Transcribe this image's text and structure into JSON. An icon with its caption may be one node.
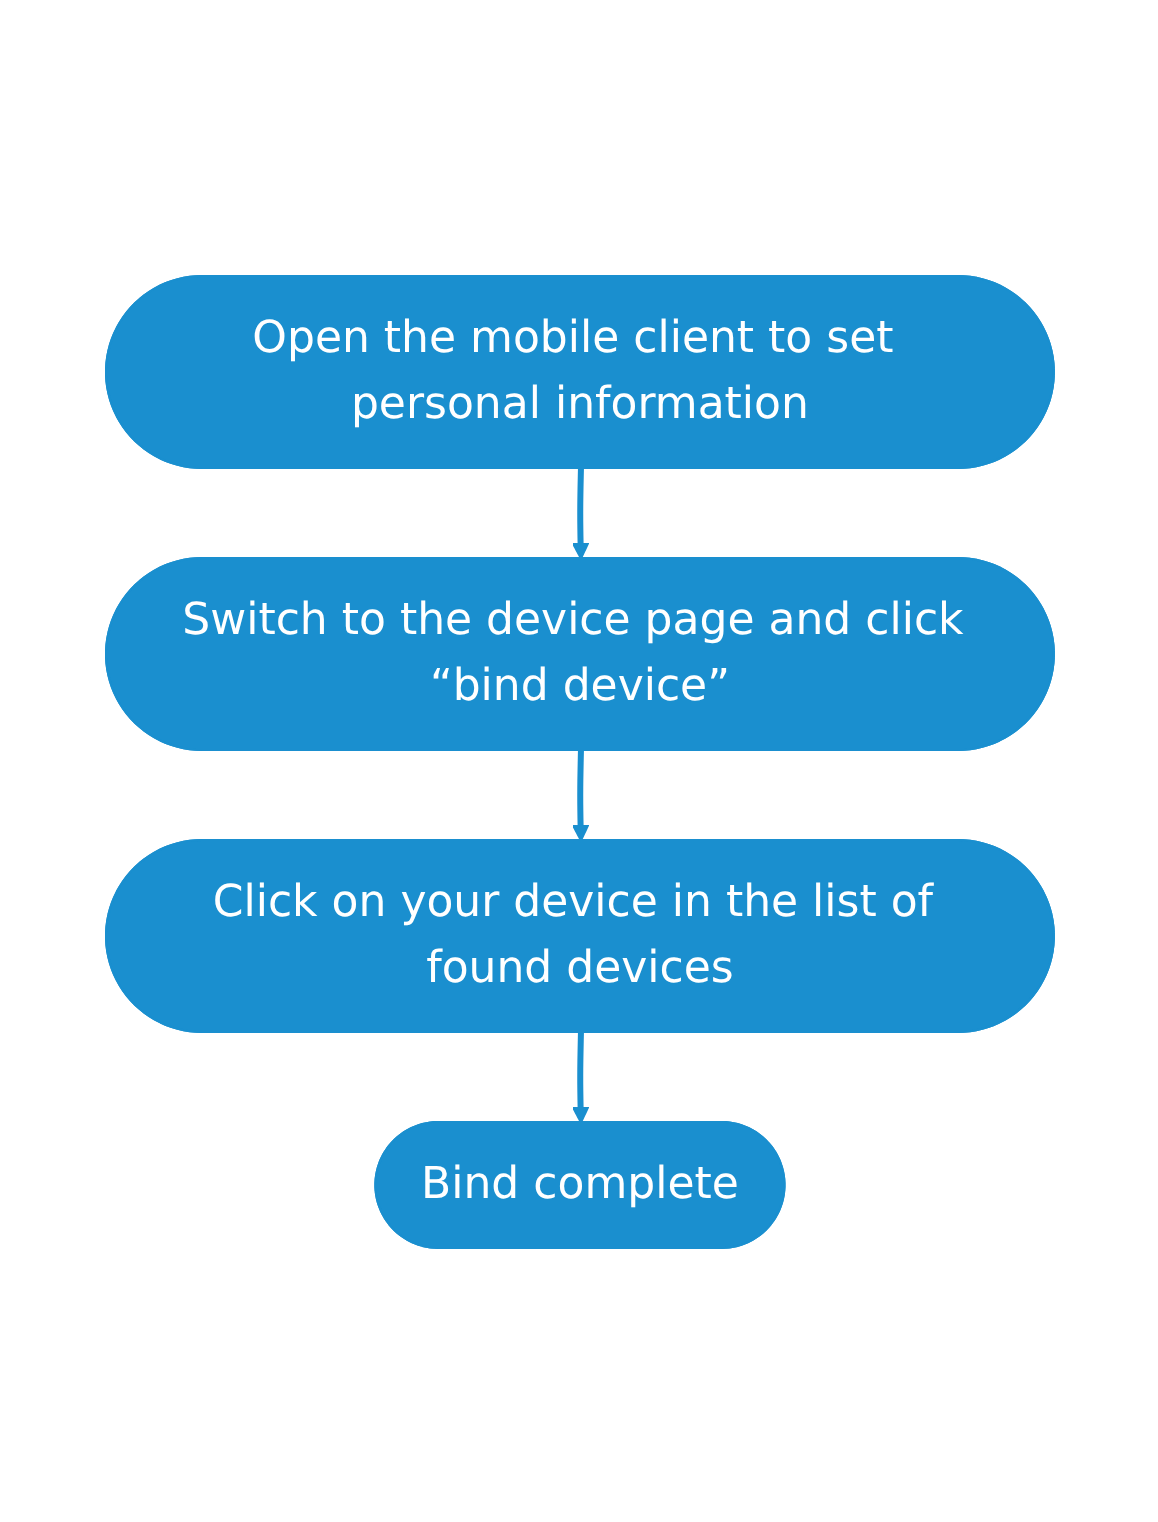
{
  "diagram": {
    "nodes": [
      {
        "text": [
          "Open the mobile client to set personal information"
        ]
      },
      {
        "text": [
          "Switch to the device page and click “bind device”"
        ]
      },
      {
        "text": [
          "Click on your device in the list of found devices"
        ]
      },
      {
        "text": [
          "Bind complete"
        ]
      }
    ],
    "edges": [
      {
        "from": 0,
        "to": 1,
        "arrow": "to"
      },
      {
        "from": 1,
        "to": 2,
        "arrow": "to"
      },
      {
        "from": 2,
        "to": 3,
        "arrow": "to"
      }
    ]
  }
}
